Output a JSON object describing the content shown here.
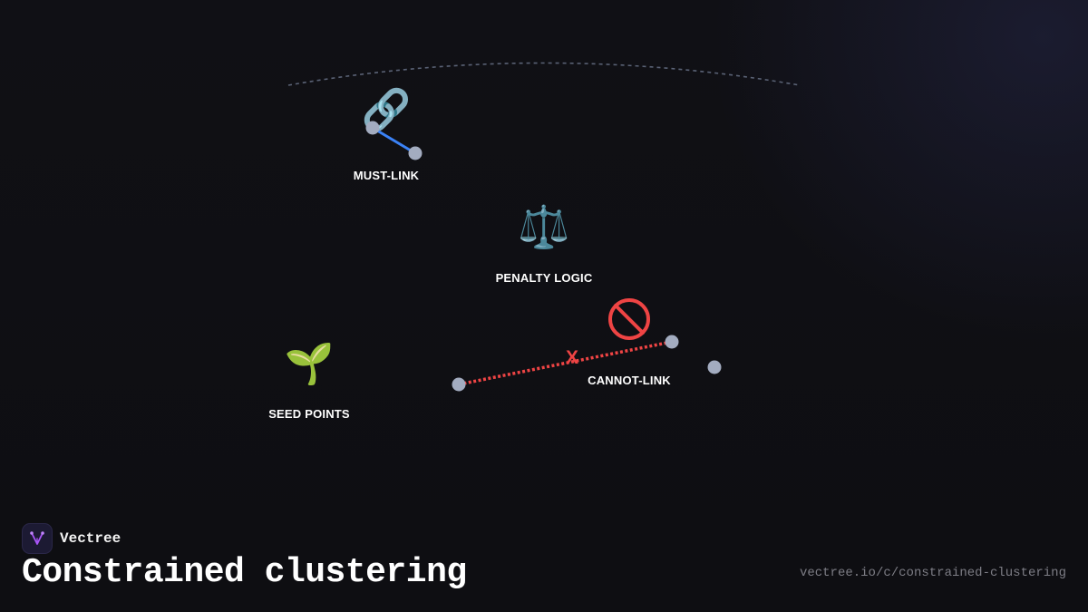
{
  "brand": {
    "name": "Vectree",
    "logo_icon": "vectree-tree-logo-icon",
    "accent": "#a855f7"
  },
  "title": "Constrained clustering",
  "url": "vectree.io/c/constrained-clustering",
  "diagram": {
    "nodes": [
      {
        "id": "must-link",
        "label": "MUST-LINK",
        "icon": "link-icon",
        "emoji": "🔗"
      },
      {
        "id": "penalty-logic",
        "label": "PENALTY LOGIC",
        "icon": "balance-scale-icon",
        "emoji": "⚖️"
      },
      {
        "id": "cannot-link",
        "label": "CANNOT-LINK",
        "icon": "prohibited-icon",
        "emoji": "🚫"
      },
      {
        "id": "seed-points",
        "label": "SEED POINTS",
        "icon": "seedling-icon",
        "emoji": "🌱"
      }
    ],
    "cannot_link_marker": "X",
    "colors": {
      "must_link_line": "#3b82f6",
      "cannot_link_line": "#ef4444",
      "point": "#a3acc0",
      "arc": "#5a6275"
    }
  }
}
